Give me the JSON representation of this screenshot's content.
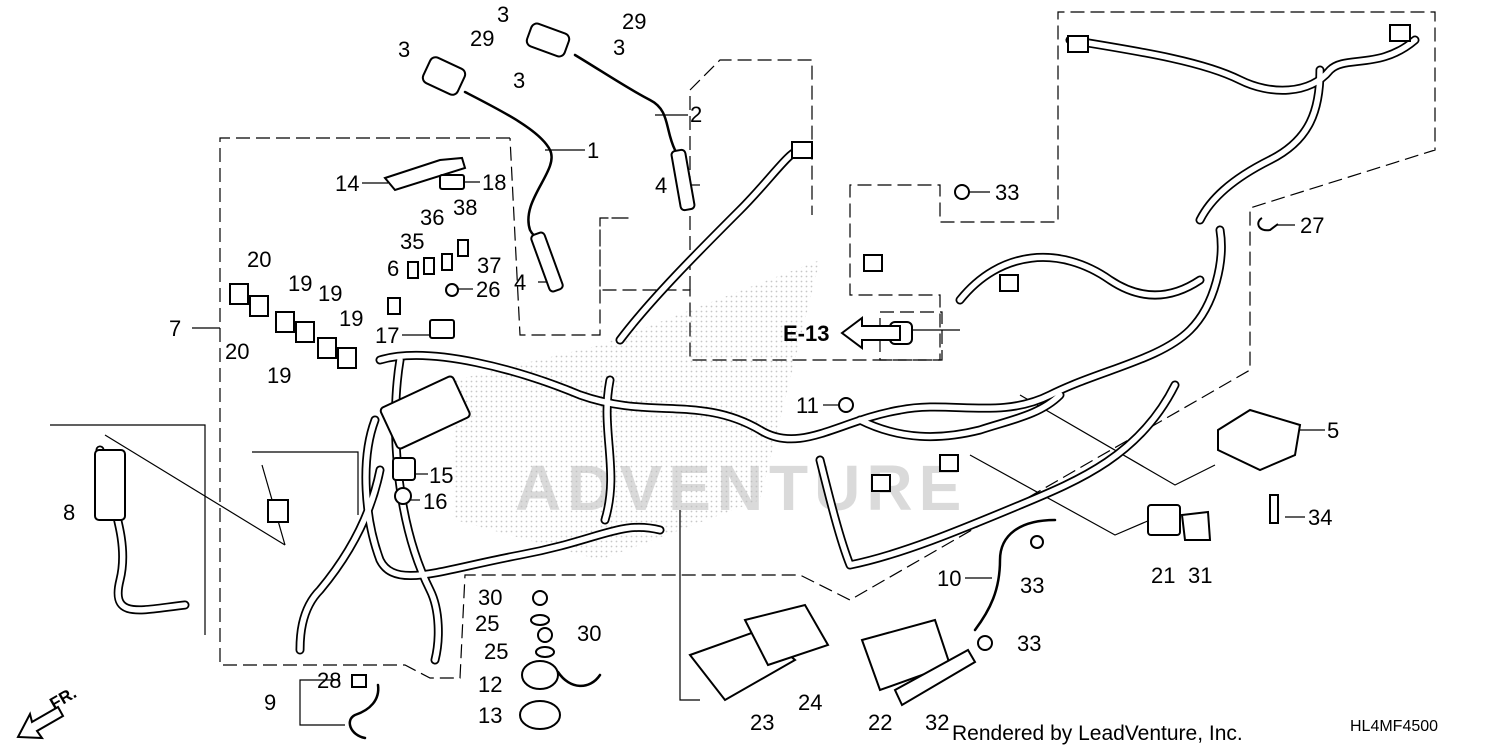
{
  "diagram": {
    "reference_label": "E-13",
    "direction_label": "FR.",
    "watermark": "ADVENTURE",
    "footer": {
      "credit": "Rendered by LeadVenture, Inc.",
      "diagram_code": "HL4MF4500"
    },
    "callouts": [
      {
        "id": "c1",
        "label": "1"
      },
      {
        "id": "c2",
        "label": "2"
      },
      {
        "id": "c3a",
        "label": "3"
      },
      {
        "id": "c3b",
        "label": "3"
      },
      {
        "id": "c3c",
        "label": "3"
      },
      {
        "id": "c3d",
        "label": "3"
      },
      {
        "id": "c4a",
        "label": "4"
      },
      {
        "id": "c4b",
        "label": "4"
      },
      {
        "id": "c5",
        "label": "5"
      },
      {
        "id": "c6",
        "label": "6"
      },
      {
        "id": "c7",
        "label": "7"
      },
      {
        "id": "c8",
        "label": "8"
      },
      {
        "id": "c9",
        "label": "9"
      },
      {
        "id": "c10",
        "label": "10"
      },
      {
        "id": "c11",
        "label": "11"
      },
      {
        "id": "c12",
        "label": "12"
      },
      {
        "id": "c13",
        "label": "13"
      },
      {
        "id": "c14",
        "label": "14"
      },
      {
        "id": "c15",
        "label": "15"
      },
      {
        "id": "c16",
        "label": "16"
      },
      {
        "id": "c17",
        "label": "17"
      },
      {
        "id": "c18",
        "label": "18"
      },
      {
        "id": "c19a",
        "label": "19"
      },
      {
        "id": "c19b",
        "label": "19"
      },
      {
        "id": "c19c",
        "label": "19"
      },
      {
        "id": "c19d",
        "label": "19"
      },
      {
        "id": "c20a",
        "label": "20"
      },
      {
        "id": "c20b",
        "label": "20"
      },
      {
        "id": "c21",
        "label": "21"
      },
      {
        "id": "c22",
        "label": "22"
      },
      {
        "id": "c23",
        "label": "23"
      },
      {
        "id": "c24",
        "label": "24"
      },
      {
        "id": "c25a",
        "label": "25"
      },
      {
        "id": "c25b",
        "label": "25"
      },
      {
        "id": "c26",
        "label": "26"
      },
      {
        "id": "c27",
        "label": "27"
      },
      {
        "id": "c28",
        "label": "28"
      },
      {
        "id": "c29a",
        "label": "29"
      },
      {
        "id": "c29b",
        "label": "29"
      },
      {
        "id": "c30a",
        "label": "30"
      },
      {
        "id": "c30b",
        "label": "30"
      },
      {
        "id": "c31",
        "label": "31"
      },
      {
        "id": "c32",
        "label": "32"
      },
      {
        "id": "c33a",
        "label": "33"
      },
      {
        "id": "c33b",
        "label": "33"
      },
      {
        "id": "c33c",
        "label": "33"
      },
      {
        "id": "c34",
        "label": "34"
      },
      {
        "id": "c35",
        "label": "35"
      },
      {
        "id": "c36",
        "label": "36"
      },
      {
        "id": "c37",
        "label": "37"
      },
      {
        "id": "c38",
        "label": "38"
      }
    ]
  }
}
